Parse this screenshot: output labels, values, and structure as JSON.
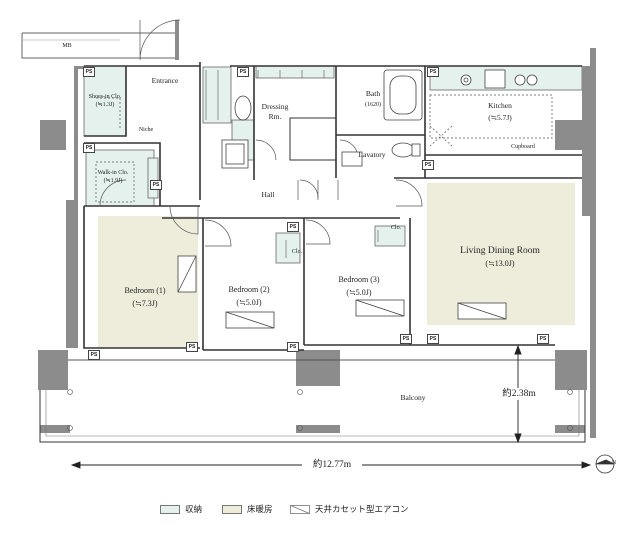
{
  "rooms": {
    "mb": "MB",
    "entrance": "Entrance",
    "shoes_clo_name": "Shoes-in Clo.",
    "shoes_clo_size": "(≒1.3J)",
    "niche": "Niche",
    "walkin_clo_name": "Walk-in Clo.",
    "walkin_clo_size": "(≒1.9J)",
    "dressing_line1": "Dressing",
    "dressing_line2": "Rm.",
    "bath_name": "Bath",
    "bath_size": "(1620)",
    "kitchen_name": "Kitchen",
    "kitchen_size": "(≒5.7J)",
    "cupboard": "Cupboard",
    "lavatory": "Lavatory",
    "hall": "Hall",
    "bedroom1_name": "Bedroom (1)",
    "bedroom1_size": "(≒7.3J)",
    "bedroom2_name": "Bedroom (2)",
    "bedroom2_size": "(≒5.0J)",
    "bedroom3_name": "Bedroom (3)",
    "bedroom3_size": "(≒5.0J)",
    "clo_small_a": "Clo.",
    "clo_small_b": "Clo.",
    "ldr_name": "Living Dining Room",
    "ldr_size": "(≒13.0J)",
    "balcony": "Balcony"
  },
  "ps_label": "PS",
  "dimensions": {
    "width": "約12.77m",
    "depth": "約2.38m"
  },
  "compass": "N",
  "legend": [
    {
      "label": "収納",
      "color": "#e4f1ec"
    },
    {
      "label": "床暖房",
      "color": "#eeeddc"
    },
    {
      "label": "天井カセット型エアコン",
      "color": "#ffffff"
    }
  ],
  "colors": {
    "storage": "#e4f1ec",
    "floor_heating": "#eeeddc",
    "wall": "#8c8c8c",
    "line": "#333333"
  }
}
